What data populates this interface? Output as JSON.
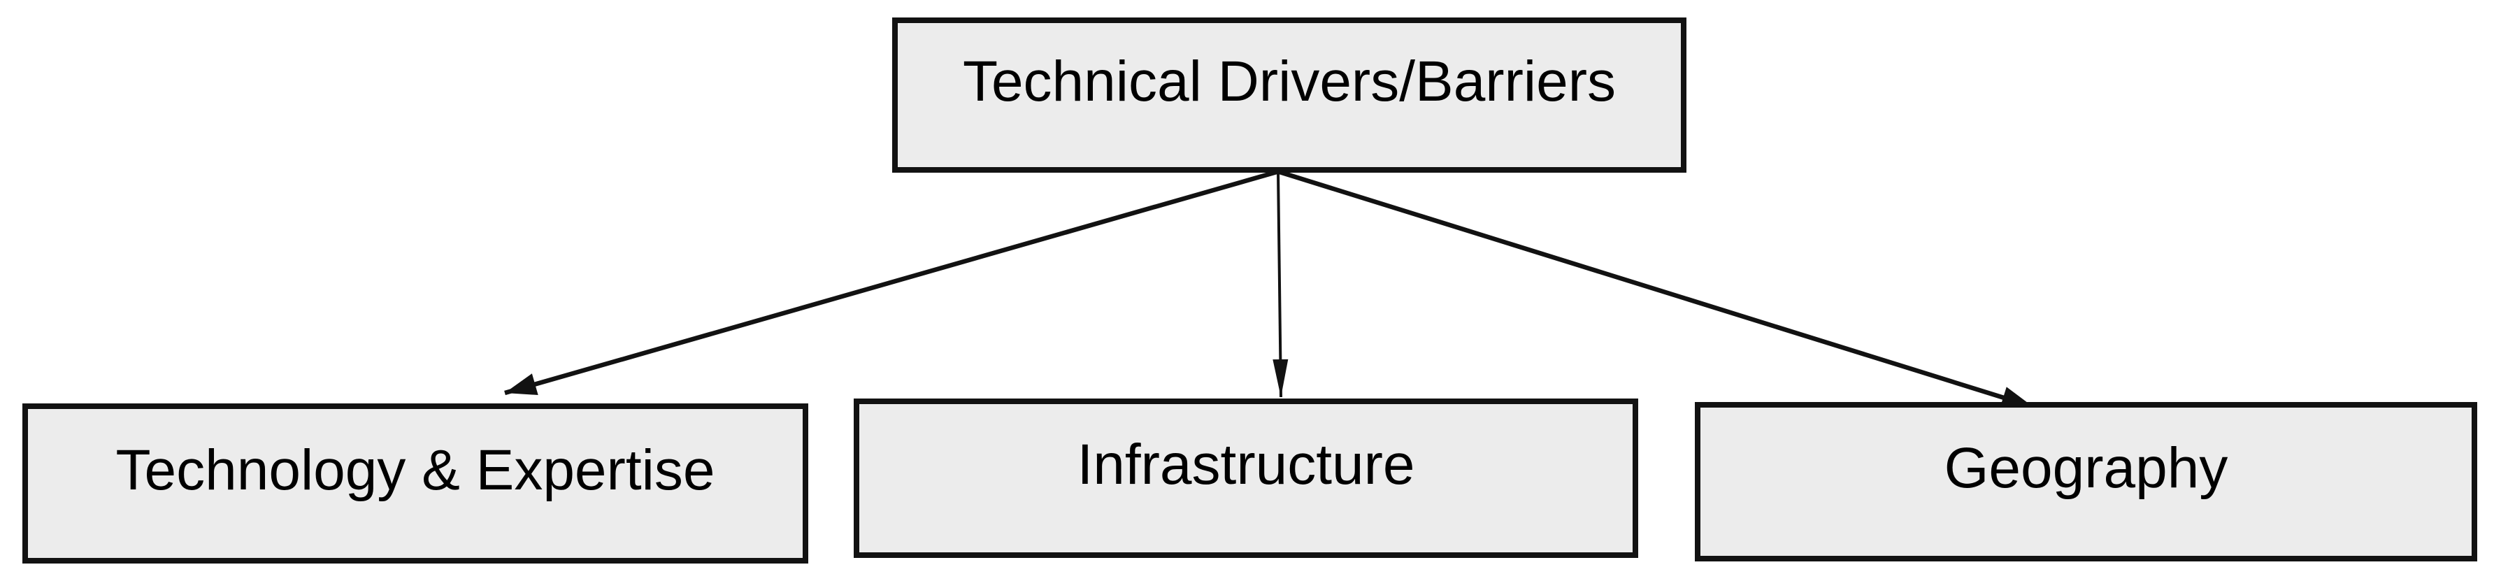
{
  "diagram": {
    "title": "Technical Drivers/Barriers diagram",
    "colors": {
      "background": "#ffffff",
      "box_fill": "#ececec",
      "box_border": "#121212",
      "text": "#000000",
      "arrow": "#121212"
    },
    "nodes": {
      "root": {
        "label": "Technical Drivers/Barriers"
      },
      "child1": {
        "label": "Technology & Expertise"
      },
      "child2": {
        "label": "Infrastructure"
      },
      "child3": {
        "label": "Geography"
      }
    },
    "edges": [
      {
        "from": "root",
        "to": "child1"
      },
      {
        "from": "root",
        "to": "child2"
      },
      {
        "from": "root",
        "to": "child3"
      }
    ]
  }
}
